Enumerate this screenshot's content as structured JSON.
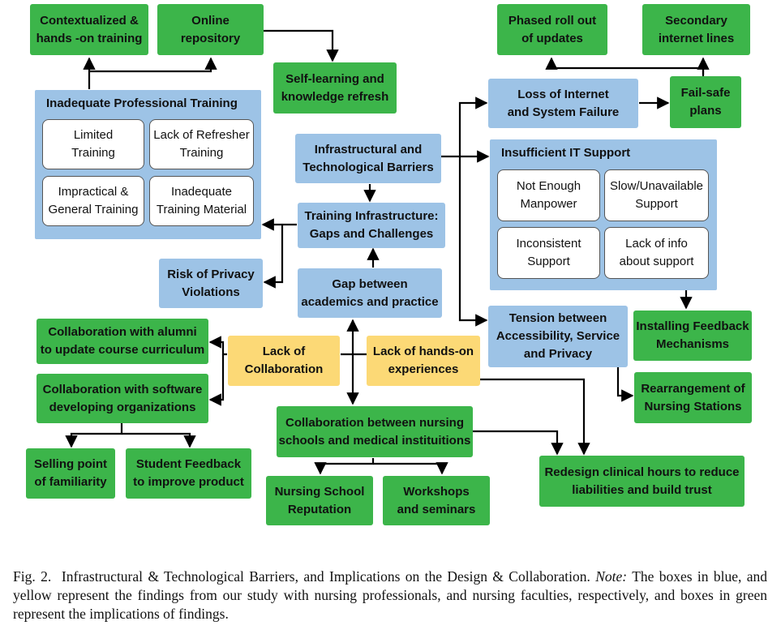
{
  "nodes": {
    "contextualized_training": "Contextualized &\nhands -on training",
    "online_repository": "Online\nrepository",
    "self_learning": "Self-learning and\nknowledge refresh",
    "phased_rollout": "Phased roll out\nof updates",
    "secondary_internet": "Secondary\ninternet lines",
    "loss_of_internet": "Loss of Internet\nand System Failure",
    "fail_safe": "Fail-safe\nplans",
    "infrastructural_barriers": "Infrastructural and\nTechnological Barriers",
    "training_infrastructure": "Training Infrastructure:\nGaps and Challenges",
    "risk_of_privacy": "Risk of Privacy\nViolations",
    "gap_academics_practice": "Gap between\nacademics and practice",
    "tension_accessibility": "Tension between\nAccessibility, Service\nand Privacy",
    "installing_feedback": "Installing Feedback\nMechanisms",
    "rearrangement_nursing": "Rearrangement of\nNursing Stations",
    "collab_alumni": "Collaboration with alumni\nto update course curriculum",
    "collab_software": "Collaboration with software\ndeveloping organizations",
    "lack_of_collaboration": "Lack of\nCollaboration",
    "lack_handson": "Lack of hands-on\nexperiences",
    "collab_nursing_medical": "Collaboration between nursing\nschools and medical instituitions",
    "selling_point": "Selling point\nof familiarity",
    "student_feedback": "Student Feedback\nto improve product",
    "nursing_school_reputation": "Nursing School\nReputation",
    "workshops_seminars": "Workshops\nand seminars",
    "redesign_clinical": "Redesign clinical hours to reduce\nliabilities and build trust"
  },
  "groups": {
    "inadequate_training": {
      "title": "Inadequate Professional Training",
      "items": [
        "Limited\nTraining",
        "Lack of Refresher\nTraining",
        "Impractical &\nGeneral Training",
        "Inadequate\nTraining Material"
      ]
    },
    "insufficient_it": {
      "title": "Insufficient IT Support",
      "items": [
        "Not Enough\nManpower",
        "Slow/Unavailable\nSupport",
        "Inconsistent\nSupport",
        "Lack of info\nabout support"
      ]
    }
  },
  "caption": {
    "label": "Fig. 2.",
    "text": "Infrastructural & Technological Barriers, and Implications on the Design & Collaboration.",
    "note_label": "Note:",
    "note_text": "The boxes in blue, and yellow represent the findings from our study with nursing professionals, and nursing faculties, respectively, and boxes in green represent the implications of findings."
  },
  "colors": {
    "implication_green": "#3cb54a",
    "finding_blue": "#9dc3e6",
    "faculty_yellow": "#fcd976"
  }
}
